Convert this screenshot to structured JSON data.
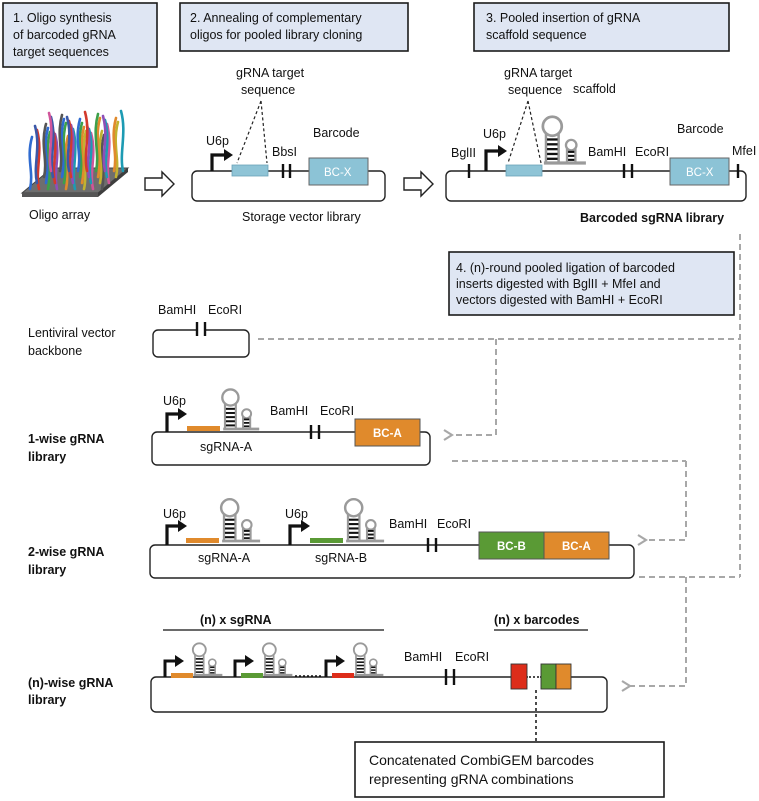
{
  "steps": {
    "step1": [
      "1. Oligo synthesis",
      "of barcoded gRNA",
      "target sequences"
    ],
    "step2": [
      "2. Annealing of complementary",
      "oligos for pooled library cloning"
    ],
    "step3": [
      "3. Pooled insertion of gRNA",
      "scaffold sequence"
    ],
    "step4": [
      "4. (n)-round pooled ligation of barcoded",
      "inserts digested with BglII + MfeI and",
      "vectors digested with BamHI + EcoRI"
    ]
  },
  "oligo_array_label": "Oligo array",
  "storage": {
    "target_label": [
      "gRNA target",
      "sequence"
    ],
    "u6p": "U6p",
    "bbsi": "BbsI",
    "barcode": "Barcode",
    "bc": "BC-X",
    "caption": "Storage vector library"
  },
  "barcoded": {
    "target_label": [
      "gRNA target",
      "sequence"
    ],
    "u6p": "U6p",
    "scaffold": "scaffold",
    "bglii": "BglII",
    "bamhi": "BamHI",
    "ecori": "EcoRI",
    "barcode": "Barcode",
    "mfei": "MfeI",
    "bc": "BC-X",
    "caption": "Barcoded sgRNA library"
  },
  "lentiviral": {
    "label": [
      "Lentiviral vector",
      "backbone"
    ],
    "bamhi": "BamHI",
    "ecori": "EcoRI"
  },
  "one_wise": {
    "label": [
      "1-wise gRNA",
      "library"
    ],
    "u6p": "U6p",
    "bamhi": "BamHI",
    "ecori": "EcoRI",
    "sgrna": "sgRNA-A",
    "bc": "BC-A"
  },
  "two_wise": {
    "label": [
      "2-wise gRNA",
      "library"
    ],
    "u6p_a": "U6p",
    "u6p_b": "U6p",
    "bamhi": "BamHI",
    "ecori": "EcoRI",
    "sgrna_a": "sgRNA-A",
    "sgrna_b": "sgRNA-B",
    "bc_b": "BC-B",
    "bc_a": "BC-A"
  },
  "n_wise": {
    "label": [
      "(n)-wise gRNA",
      "library"
    ],
    "header_sgrna": "(n) x sgRNA",
    "header_barcodes": "(n) x barcodes",
    "bamhi": "BamHI",
    "ecori": "EcoRI"
  },
  "concat_box": [
    "Concatenated CombiGEM barcodes",
    "representing gRNA combinations"
  ],
  "colors": {
    "box_fill": "#dfe6f3",
    "target_blue": "#8fc4d6",
    "bc_x": "#8cc3d6",
    "orange": "#e08a2c",
    "green": "#5a9a35",
    "red": "#dd2d1a",
    "dash_gray": "#a8a8a8"
  }
}
